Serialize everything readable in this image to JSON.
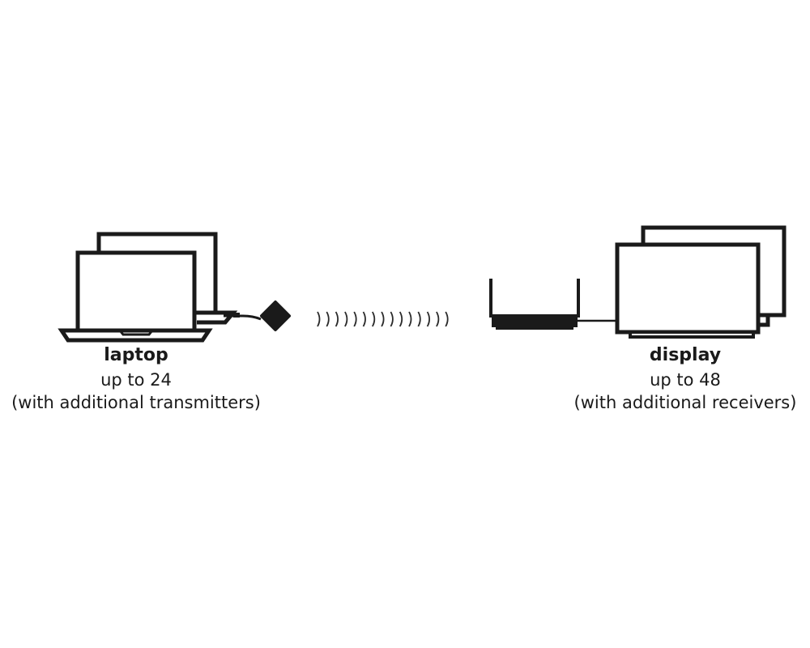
{
  "laptop": {
    "title": "laptop",
    "count": "up to 24",
    "note": "(with additional transmitters)"
  },
  "display": {
    "title": "display",
    "count": "up to 48",
    "note": "(with additional receivers)"
  },
  "icons": [
    "laptop-stack-icon",
    "transmitter-button-icon",
    "wireless-signal-icon",
    "receiver-icon",
    "display-stack-icon"
  ],
  "colors": {
    "stroke": "#1a1a1a",
    "background": "#ffffff"
  }
}
